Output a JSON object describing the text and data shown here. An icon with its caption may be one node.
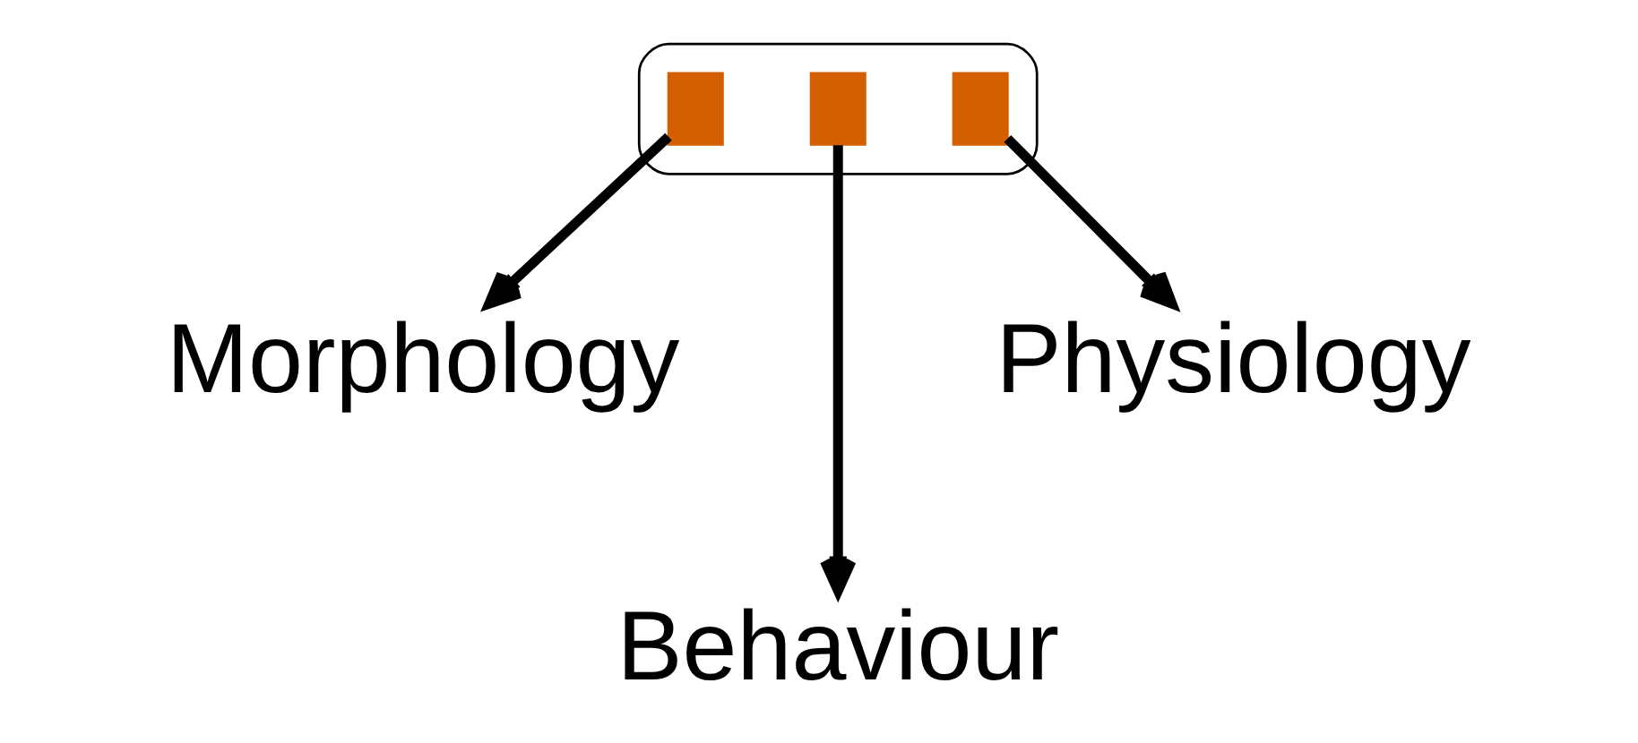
{
  "diagram": {
    "nodes": [
      {
        "text": [],
        "shape": "bar"
      },
      {
        "text": [],
        "shape": "bar",
        "in": 0
      },
      {
        "text": [],
        "shape": "bar",
        "in": 0
      },
      {
        "text": [],
        "shape": "bar",
        "in": 0
      },
      {
        "text": [
          "Morphology"
        ]
      },
      {
        "text": [
          "Behaviour"
        ]
      },
      {
        "text": [
          "Physiology"
        ]
      }
    ],
    "edges": [
      {
        "from": 1,
        "to": 4,
        "arrow": "to"
      },
      {
        "from": 2,
        "to": 5,
        "arrow": "to"
      },
      {
        "from": 3,
        "to": 6,
        "arrow": "to"
      }
    ]
  }
}
